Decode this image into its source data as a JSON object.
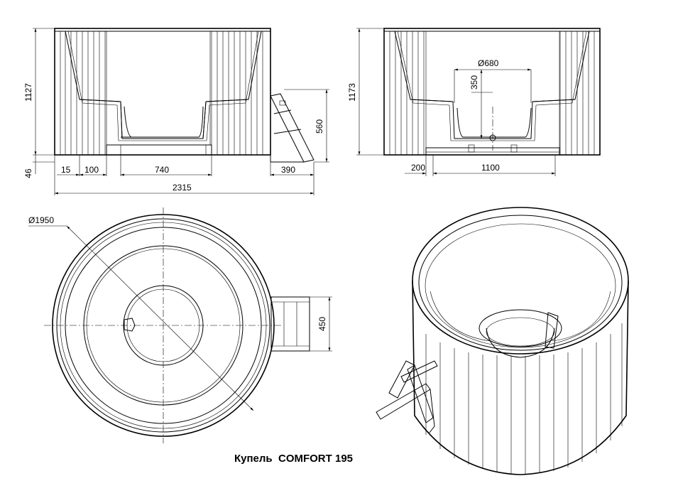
{
  "caption": "Купель  COMFORT 195",
  "front_view": {
    "height_total": "1127",
    "base_height": "46",
    "rim_offset": "15",
    "side_offset": "100",
    "seat_width": "740",
    "step_height": "560",
    "step_depth": "390",
    "overall_length": "2315"
  },
  "side_view": {
    "height_total": "1173",
    "inner_diameter": "Ø680",
    "inner_depth": "350",
    "offset": "200",
    "inner_width": "1100"
  },
  "top_view": {
    "diameter": "Ø1950",
    "step_width": "450"
  },
  "perspective_view": {}
}
